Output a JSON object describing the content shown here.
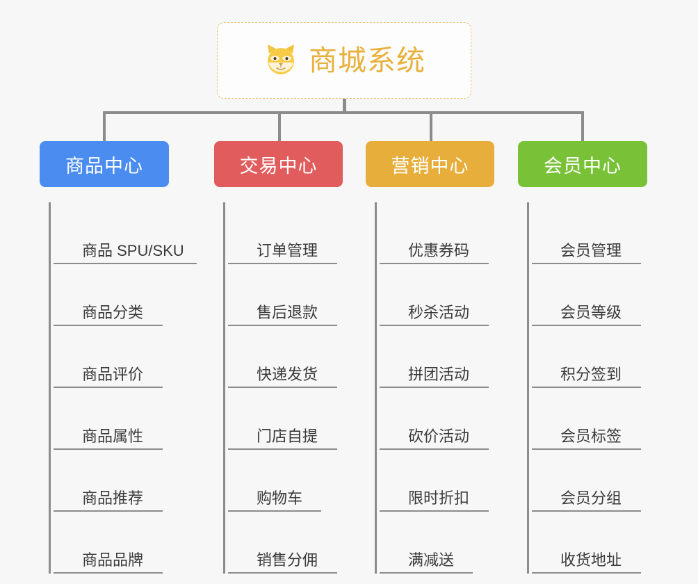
{
  "root": {
    "title": "商城系统",
    "logo_icon": "shiba-dog-face-icon",
    "border_color": "#e8c173",
    "title_color": "#e8b13c",
    "background": "#fdfdfd"
  },
  "canvas": {
    "background": "#f7f7f7",
    "connector_color": "#8c8c8c"
  },
  "branches": [
    {
      "label": "商品中心",
      "color": "#4a8cf0",
      "items": [
        {
          "label": "商品 SPU/SKU",
          "underline_width": 206
        },
        {
          "label": "商品分类",
          "underline_width": 157
        },
        {
          "label": "商品评价",
          "underline_width": 157
        },
        {
          "label": "商品属性",
          "underline_width": 157
        },
        {
          "label": "商品推荐",
          "underline_width": 157
        },
        {
          "label": "商品品牌",
          "underline_width": 157
        }
      ]
    },
    {
      "label": "交易中心",
      "color": "#e15c5c",
      "items": [
        {
          "label": "订单管理",
          "underline_width": 157
        },
        {
          "label": "售后退款",
          "underline_width": 157
        },
        {
          "label": "快递发货",
          "underline_width": 157
        },
        {
          "label": "门店自提",
          "underline_width": 157
        },
        {
          "label": "购物车",
          "underline_width": 134
        },
        {
          "label": "销售分佣",
          "underline_width": 157
        }
      ]
    },
    {
      "label": "营销中心",
      "color": "#e8ae3c",
      "items": [
        {
          "label": "优惠券码",
          "underline_width": 157
        },
        {
          "label": "秒杀活动",
          "underline_width": 157
        },
        {
          "label": "拼团活动",
          "underline_width": 157
        },
        {
          "label": "砍价活动",
          "underline_width": 157
        },
        {
          "label": "限时折扣",
          "underline_width": 157
        },
        {
          "label": "满减送",
          "underline_width": 134
        }
      ]
    },
    {
      "label": "会员中心",
      "color": "#79c238",
      "items": [
        {
          "label": "会员管理",
          "underline_width": 157
        },
        {
          "label": "会员等级",
          "underline_width": 157
        },
        {
          "label": "积分签到",
          "underline_width": 157
        },
        {
          "label": "会员标签",
          "underline_width": 157
        },
        {
          "label": "会员分组",
          "underline_width": 157
        },
        {
          "label": "收货地址",
          "underline_width": 157
        }
      ]
    }
  ]
}
